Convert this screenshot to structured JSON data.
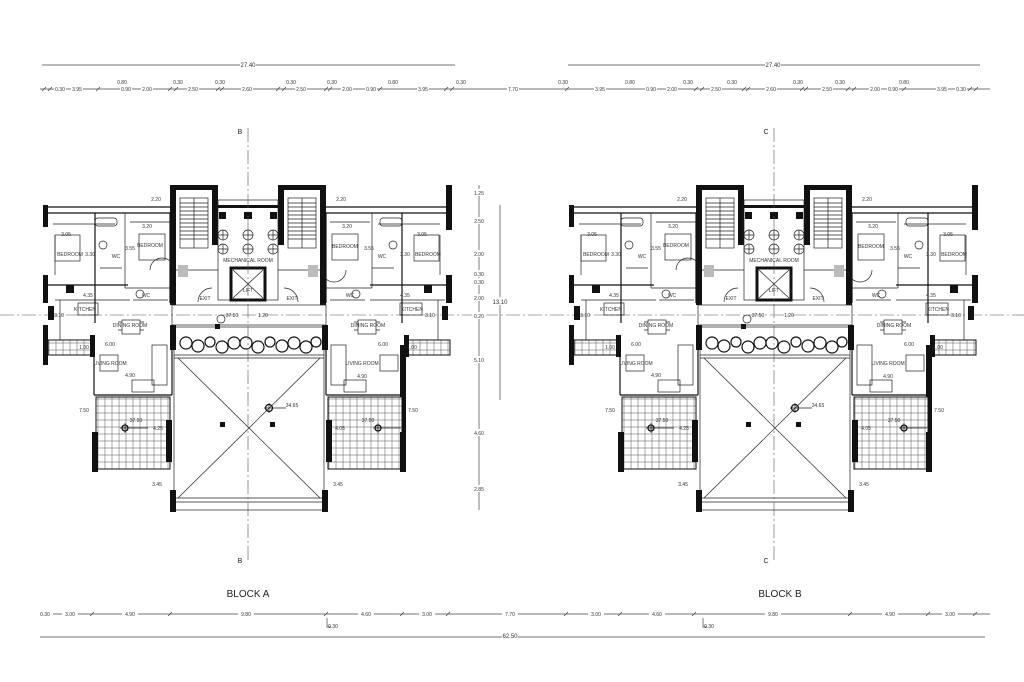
{
  "overall_dimension": "62.50",
  "dimension_notes": [
    "0.30",
    "0.30"
  ],
  "top_dims": {
    "block_a_total": "27.40",
    "block_b_total": "27.40",
    "block_a": [
      "0.30",
      "3.95",
      "0.80",
      "0.90",
      "2.00",
      "0.30",
      "2.50",
      "0.30",
      "2.60",
      "0.30",
      "2.50",
      "0.30",
      "2.00",
      "0.90",
      "0.80",
      "3.95",
      "0.30",
      "7.70"
    ],
    "block_b": [
      "0.30",
      "3.95",
      "0.80",
      "0.90",
      "2.00",
      "0.30",
      "2.50",
      "0.30",
      "2.60",
      "0.30",
      "2.50",
      "0.30",
      "2.00",
      "0.90",
      "0.80",
      "3.95",
      "0.30"
    ]
  },
  "bottom_dims": [
    "0.30",
    "3.00",
    "4.90",
    "9.80",
    "4.60",
    "3.00",
    "7.70",
    "3.00",
    "4.60",
    "9.80",
    "4.90",
    "3.00"
  ],
  "side_dims": {
    "segments": [
      "1.25",
      "2.50",
      "2.00",
      "0.30",
      "0.30",
      "2.00",
      "0.20",
      "5.10",
      "4.60",
      "2.85"
    ],
    "total": "13.10"
  },
  "blocks": [
    {
      "title": "BLOCK A",
      "section_mark": "B",
      "labels": [
        "3.05",
        "BEDROOM",
        "3.30",
        "3.20",
        "2.20",
        "3.55",
        "BEDROOM",
        "WC",
        "WC",
        "4.35",
        "KITCHEN",
        "3.10",
        "DINING ROOM",
        "6.00",
        "1.00",
        "LIVING ROOM",
        "4.90",
        "7.50",
        "4.25",
        "3.45",
        "EXIT",
        "MECHANICAL ROOM",
        "LIFT",
        "1.20",
        "37.50",
        "2.20",
        "3.20",
        "BEDROOM",
        "3.55",
        "WC",
        "3.05",
        "3.30",
        "BEDROOM",
        "WC",
        "EXIT",
        "4.35",
        "KITCHEN",
        "3.10",
        "DINING ROOM",
        "6.00",
        "1.00",
        "LIVING ROOM",
        "4.90",
        "7.50",
        "4.05",
        "3.45",
        "34.65",
        "37.50",
        "37.50"
      ]
    },
    {
      "title": "BLOCK B",
      "section_mark": "C",
      "labels": [
        "3.05",
        "BEDROOM",
        "3.30",
        "3.20",
        "2.20",
        "3.55",
        "BEDROOM",
        "WC",
        "WC",
        "4.35",
        "KITCHEN",
        "3.10",
        "DINING ROOM",
        "6.00",
        "1.00",
        "LIVING ROOM",
        "4.90",
        "7.50",
        "4.25",
        "3.45",
        "EXIT",
        "MECHANICAL ROOM",
        "LIFT",
        "1.20",
        "37.50",
        "2.20",
        "3.20",
        "BEDROOM",
        "3.55",
        "WC",
        "3.05",
        "3.30",
        "BEDROOM",
        "WC",
        "EXIT",
        "4.35",
        "KITCHEN",
        "3.10",
        "DINING ROOM",
        "6.00",
        "1.00",
        "LIVING ROOM",
        "4.90",
        "7.50",
        "4.05",
        "3.45",
        "34.65",
        "37.50",
        "37.50"
      ]
    }
  ]
}
